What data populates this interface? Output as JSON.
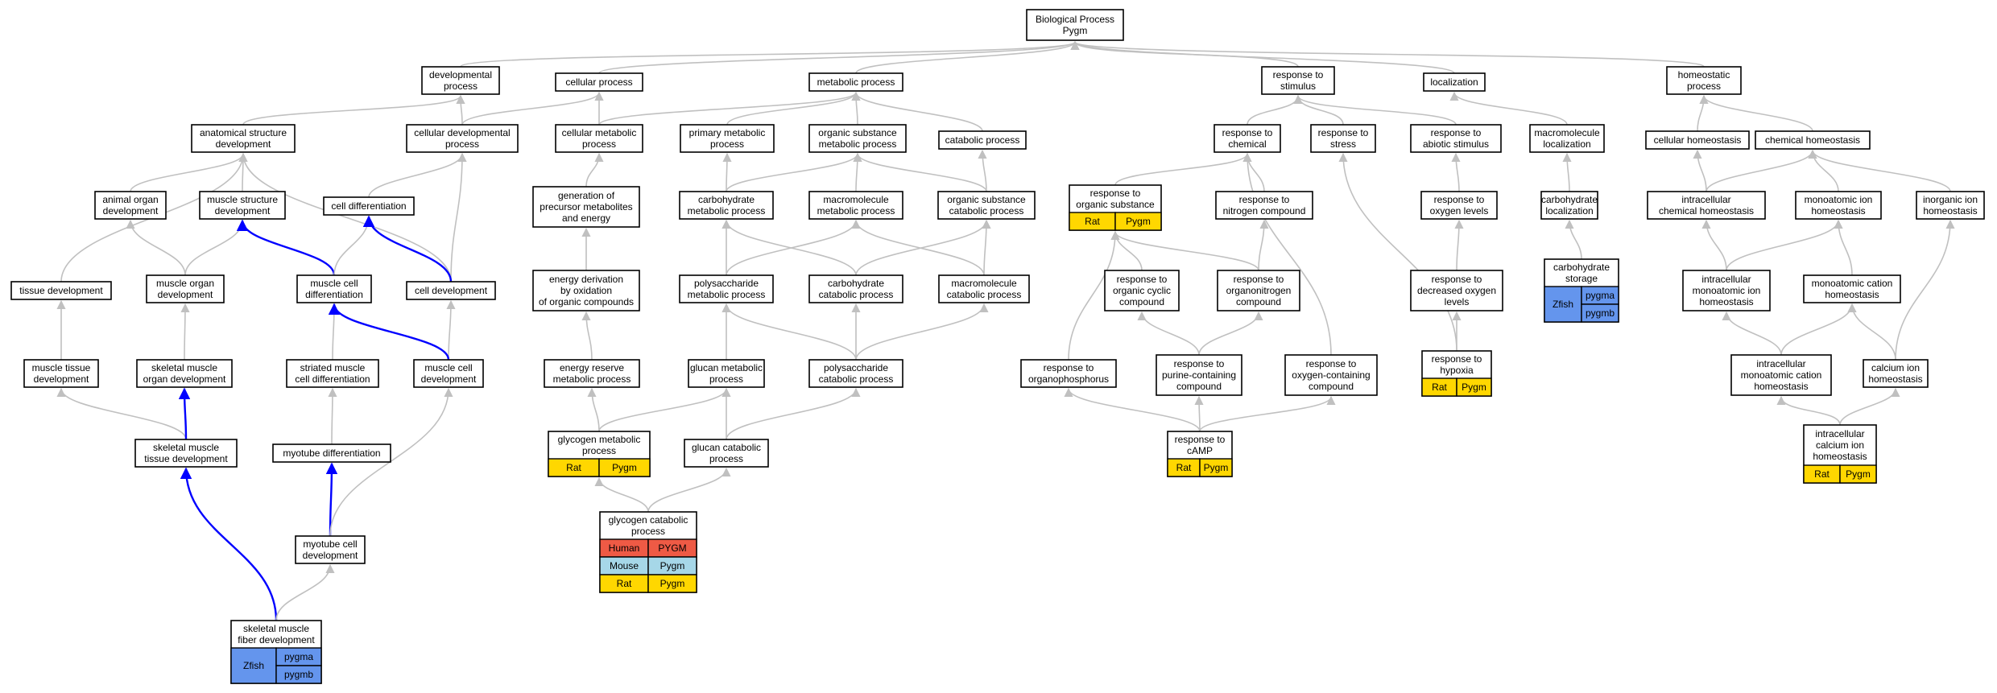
{
  "colors": {
    "edge": "#c0c0c0",
    "strong_edge": "#0000ff",
    "Human": "#ee5a45",
    "Mouse": "#a6d7e8",
    "Rat": "#ffd700",
    "Zfish": "#6495ed"
  },
  "nodes": [
    {
      "id": "bp",
      "lines": [
        "Biological Process",
        "Pygm"
      ]
    },
    {
      "id": "dev",
      "lines": [
        "developmental",
        "process"
      ]
    },
    {
      "id": "cell",
      "lines": [
        "cellular process"
      ]
    },
    {
      "id": "met",
      "lines": [
        "metabolic process"
      ]
    },
    {
      "id": "resp_stim",
      "lines": [
        "response to",
        "stimulus"
      ]
    },
    {
      "id": "loc",
      "lines": [
        "localization"
      ]
    },
    {
      "id": "homeo",
      "lines": [
        "homeostatic",
        "process"
      ]
    },
    {
      "id": "anat",
      "lines": [
        "anatomical structure",
        "development"
      ]
    },
    {
      "id": "celldev",
      "lines": [
        "cellular developmental",
        "process"
      ]
    },
    {
      "id": "cellmet",
      "lines": [
        "cellular metabolic",
        "process"
      ]
    },
    {
      "id": "primmet",
      "lines": [
        "primary metabolic",
        "process"
      ]
    },
    {
      "id": "orgsub",
      "lines": [
        "organic substance",
        "metabolic process"
      ]
    },
    {
      "id": "catab",
      "lines": [
        "catabolic process"
      ]
    },
    {
      "id": "resp_chem",
      "lines": [
        "response to",
        "chemical"
      ]
    },
    {
      "id": "resp_stress",
      "lines": [
        "response to",
        "stress"
      ]
    },
    {
      "id": "resp_abio",
      "lines": [
        "response to",
        "abiotic stimulus"
      ]
    },
    {
      "id": "macroloc",
      "lines": [
        "macromolecule",
        "localization"
      ]
    },
    {
      "id": "cellhomeo",
      "lines": [
        "cellular homeostasis"
      ]
    },
    {
      "id": "chemhomeo",
      "lines": [
        "chemical homeostasis"
      ]
    },
    {
      "id": "animorg",
      "lines": [
        "animal organ",
        "development"
      ]
    },
    {
      "id": "musstruct",
      "lines": [
        "muscle structure",
        "development"
      ]
    },
    {
      "id": "celldiff",
      "lines": [
        "cell differentiation"
      ]
    },
    {
      "id": "genprec",
      "lines": [
        "generation of",
        "precursor metabolites",
        "and energy"
      ]
    },
    {
      "id": "carbmet",
      "lines": [
        "carbohydrate",
        "metabolic process"
      ]
    },
    {
      "id": "macromet",
      "lines": [
        "macromolecule",
        "metabolic process"
      ]
    },
    {
      "id": "orgcat",
      "lines": [
        "organic substance",
        "catabolic process"
      ]
    },
    {
      "id": "resp_orgsub",
      "lines": [
        "response to",
        "organic substance"
      ],
      "species": [
        [
          "Rat",
          "Pygm"
        ]
      ]
    },
    {
      "id": "resp_nitro",
      "lines": [
        "response to",
        "nitrogen compound"
      ]
    },
    {
      "id": "resp_oxy",
      "lines": [
        "response to",
        "oxygen levels"
      ]
    },
    {
      "id": "carbloc",
      "lines": [
        "carbohydrate",
        "localization"
      ]
    },
    {
      "id": "intrachem",
      "lines": [
        "intracellular",
        "chemical homeostasis"
      ]
    },
    {
      "id": "monoion",
      "lines": [
        "monoatomic ion",
        "homeostasis"
      ]
    },
    {
      "id": "inorgion",
      "lines": [
        "inorganic ion",
        "homeostasis"
      ]
    },
    {
      "id": "tissue",
      "lines": [
        "tissue development"
      ]
    },
    {
      "id": "musorg",
      "lines": [
        "muscle organ",
        "development"
      ]
    },
    {
      "id": "muscelldiff",
      "lines": [
        "muscle cell",
        "differentiation"
      ]
    },
    {
      "id": "cdev",
      "lines": [
        "cell development"
      ]
    },
    {
      "id": "energyderiv",
      "lines": [
        "energy derivation",
        "by oxidation",
        "of organic compounds"
      ]
    },
    {
      "id": "polymet",
      "lines": [
        "polysaccharide",
        "metabolic process"
      ]
    },
    {
      "id": "carbcat",
      "lines": [
        "carbohydrate",
        "catabolic process"
      ]
    },
    {
      "id": "macrocat",
      "lines": [
        "macromolecule",
        "catabolic process"
      ]
    },
    {
      "id": "resp_cyclic",
      "lines": [
        "response to",
        "organic cyclic",
        "compound"
      ]
    },
    {
      "id": "resp_orgnitro",
      "lines": [
        "response to",
        "organonitrogen",
        "compound"
      ]
    },
    {
      "id": "resp_decoxy",
      "lines": [
        "response to",
        "decreased oxygen",
        "levels"
      ]
    },
    {
      "id": "carbstor",
      "lines": [
        "carbohydrate",
        "storage"
      ],
      "species": [
        [
          "Zfish",
          [
            "pygma",
            "pygmb"
          ]
        ]
      ]
    },
    {
      "id": "intramono",
      "lines": [
        "intracellular",
        "monoatomic ion",
        "homeostasis"
      ]
    },
    {
      "id": "monocat",
      "lines": [
        "monoatomic cation",
        "homeostasis"
      ]
    },
    {
      "id": "mustissue",
      "lines": [
        "muscle tissue",
        "development"
      ]
    },
    {
      "id": "skmusorg",
      "lines": [
        "skeletal muscle",
        "organ development"
      ]
    },
    {
      "id": "striated",
      "lines": [
        "striated muscle",
        "cell differentiation"
      ]
    },
    {
      "id": "muscelldev",
      "lines": [
        "muscle cell",
        "development"
      ]
    },
    {
      "id": "energyres",
      "lines": [
        "energy reserve",
        "metabolic process"
      ]
    },
    {
      "id": "glucanmet",
      "lines": [
        "glucan metabolic",
        "process"
      ]
    },
    {
      "id": "polycat",
      "lines": [
        "polysaccharide",
        "catabolic process"
      ]
    },
    {
      "id": "resp_phos",
      "lines": [
        "response to",
        "organophosphorus"
      ]
    },
    {
      "id": "resp_purine",
      "lines": [
        "response to",
        "purine-containing",
        "compound"
      ]
    },
    {
      "id": "resp_oxycomp",
      "lines": [
        "response to",
        "oxygen-containing",
        "compound"
      ]
    },
    {
      "id": "resp_hypoxia",
      "lines": [
        "response to",
        "hypoxia"
      ],
      "species": [
        [
          "Rat",
          "Pygm"
        ]
      ]
    },
    {
      "id": "intramonocat",
      "lines": [
        "intracellular",
        "monoatomic cation",
        "homeostasis"
      ]
    },
    {
      "id": "calcion",
      "lines": [
        "calcium ion",
        "homeostasis"
      ]
    },
    {
      "id": "skmustissue",
      "lines": [
        "skeletal muscle",
        "tissue development"
      ]
    },
    {
      "id": "myotubediff",
      "lines": [
        "myotube differentiation"
      ]
    },
    {
      "id": "glycmet",
      "lines": [
        "glycogen metabolic",
        "process"
      ],
      "species": [
        [
          "Rat",
          "Pygm"
        ]
      ]
    },
    {
      "id": "glucancat",
      "lines": [
        "glucan catabolic",
        "process"
      ]
    },
    {
      "id": "resp_camp",
      "lines": [
        "response to",
        "cAMP"
      ],
      "species": [
        [
          "Rat",
          "Pygm"
        ]
      ]
    },
    {
      "id": "intracalc",
      "lines": [
        "intracellular",
        "calcium ion",
        "homeostasis"
      ],
      "species": [
        [
          "Rat",
          "Pygm"
        ]
      ]
    },
    {
      "id": "glyccat",
      "lines": [
        "glycogen catabolic",
        "process"
      ],
      "species": [
        [
          "Human",
          "PYGM"
        ],
        [
          "Mouse",
          "Pygm"
        ],
        [
          "Rat",
          "Pygm"
        ]
      ]
    },
    {
      "id": "myotubedev",
      "lines": [
        "myotube cell",
        "development"
      ]
    },
    {
      "id": "skfiber",
      "lines": [
        "skeletal muscle",
        "fiber development"
      ],
      "species": [
        [
          "Zfish",
          [
            "pygma",
            "pygmb"
          ]
        ]
      ]
    }
  ],
  "edges": [
    [
      "dev",
      "bp"
    ],
    [
      "cell",
      "bp"
    ],
    [
      "met",
      "bp"
    ],
    [
      "resp_stim",
      "bp"
    ],
    [
      "loc",
      "bp"
    ],
    [
      "homeo",
      "bp"
    ],
    [
      "anat",
      "dev"
    ],
    [
      "celldev",
      "dev"
    ],
    [
      "celldev",
      "cell"
    ],
    [
      "cellmet",
      "cell"
    ],
    [
      "cellmet",
      "met"
    ],
    [
      "primmet",
      "met"
    ],
    [
      "orgsub",
      "met"
    ],
    [
      "catab",
      "met"
    ],
    [
      "resp_chem",
      "resp_stim"
    ],
    [
      "resp_stress",
      "resp_stim"
    ],
    [
      "resp_abio",
      "resp_stim"
    ],
    [
      "macroloc",
      "loc"
    ],
    [
      "cellhomeo",
      "homeo"
    ],
    [
      "chemhomeo",
      "homeo"
    ],
    [
      "animorg",
      "anat"
    ],
    [
      "musstruct",
      "anat"
    ],
    [
      "celldiff",
      "celldev"
    ],
    [
      "tissue",
      "anat"
    ],
    [
      "cdev",
      "anat"
    ],
    [
      "cdev",
      "celldev"
    ],
    [
      "genprec",
      "cellmet"
    ],
    [
      "carbmet",
      "primmet"
    ],
    [
      "carbmet",
      "orgsub"
    ],
    [
      "macromet",
      "orgsub"
    ],
    [
      "orgcat",
      "orgsub"
    ],
    [
      "orgcat",
      "catab"
    ],
    [
      "resp_orgsub",
      "resp_chem"
    ],
    [
      "resp_nitro",
      "resp_chem"
    ],
    [
      "resp_oxy",
      "resp_abio"
    ],
    [
      "carbloc",
      "macroloc"
    ],
    [
      "intrachem",
      "cellhomeo"
    ],
    [
      "intrachem",
      "chemhomeo"
    ],
    [
      "monoion",
      "chemhomeo"
    ],
    [
      "inorgion",
      "chemhomeo"
    ],
    [
      "musorg",
      "animorg"
    ],
    [
      "musorg",
      "musstruct"
    ],
    [
      "muscelldiff",
      "musstruct",
      "strong"
    ],
    [
      "muscelldiff",
      "celldiff"
    ],
    [
      "cdev",
      "celldiff",
      "strong"
    ],
    [
      "energyderiv",
      "genprec"
    ],
    [
      "polymet",
      "carbmet"
    ],
    [
      "polymet",
      "macromet"
    ],
    [
      "carbcat",
      "carbmet"
    ],
    [
      "carbcat",
      "orgcat"
    ],
    [
      "macrocat",
      "macromet"
    ],
    [
      "macrocat",
      "orgcat"
    ],
    [
      "resp_cyclic",
      "resp_orgsub"
    ],
    [
      "resp_orgnitro",
      "resp_orgsub"
    ],
    [
      "resp_orgnitro",
      "resp_nitro"
    ],
    [
      "resp_decoxy",
      "resp_oxy"
    ],
    [
      "carbstor",
      "carbloc"
    ],
    [
      "intramono",
      "intrachem"
    ],
    [
      "intramono",
      "monoion"
    ],
    [
      "monocat",
      "monoion"
    ],
    [
      "mustissue",
      "tissue"
    ],
    [
      "skmusorg",
      "musorg"
    ],
    [
      "striated",
      "muscelldiff"
    ],
    [
      "muscelldev",
      "cdev"
    ],
    [
      "muscelldev",
      "muscelldiff",
      "strong"
    ],
    [
      "energyres",
      "energyderiv"
    ],
    [
      "glucanmet",
      "polymet"
    ],
    [
      "polycat",
      "polymet"
    ],
    [
      "polycat",
      "carbcat"
    ],
    [
      "polycat",
      "macrocat"
    ],
    [
      "resp_phos",
      "resp_orgsub"
    ],
    [
      "resp_purine",
      "resp_cyclic"
    ],
    [
      "resp_purine",
      "resp_orgnitro"
    ],
    [
      "resp_oxycomp",
      "resp_chem"
    ],
    [
      "resp_hypoxia",
      "resp_stress"
    ],
    [
      "resp_hypoxia",
      "resp_decoxy"
    ],
    [
      "intramonocat",
      "intramono"
    ],
    [
      "intramonocat",
      "monocat"
    ],
    [
      "calcion",
      "monocat"
    ],
    [
      "calcion",
      "inorgion"
    ],
    [
      "skmustissue",
      "mustissue"
    ],
    [
      "skmustissue",
      "skmusorg",
      "strong"
    ],
    [
      "myotubediff",
      "striated"
    ],
    [
      "glycmet",
      "energyres"
    ],
    [
      "glycmet",
      "glucanmet"
    ],
    [
      "glucancat",
      "glucanmet"
    ],
    [
      "glucancat",
      "polycat"
    ],
    [
      "resp_camp",
      "resp_phos"
    ],
    [
      "resp_camp",
      "resp_purine"
    ],
    [
      "resp_camp",
      "resp_oxycomp"
    ],
    [
      "intracalc",
      "intramonocat"
    ],
    [
      "intracalc",
      "calcion"
    ],
    [
      "glyccat",
      "glycmet"
    ],
    [
      "glyccat",
      "glucancat"
    ],
    [
      "myotubedev",
      "myotubediff",
      "strong"
    ],
    [
      "myotubedev",
      "muscelldev"
    ],
    [
      "skfiber",
      "skmustissue",
      "strong"
    ],
    [
      "skfiber",
      "myotubedev"
    ]
  ]
}
